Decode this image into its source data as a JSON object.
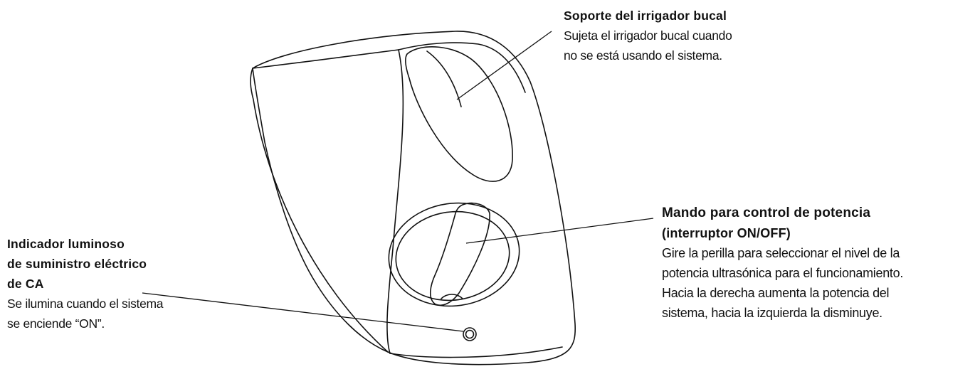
{
  "callouts": {
    "holder": {
      "title": "Soporte del irrigador bucal",
      "desc": [
        "Sujeta el irrigador bucal cuando",
        "no se está usando el sistema."
      ]
    },
    "knob": {
      "title": [
        "Mando para control de potencia",
        "(interruptor ON/OFF)"
      ],
      "desc": [
        "Gire la perilla para seleccionar el nivel de la",
        "potencia ultrasónica para el funcionamiento.",
        "Hacia la derecha aumenta la potencia del",
        "sistema, hacia la izquierda la disminuye."
      ]
    },
    "light": {
      "title": [
        "Indicador luminoso",
        "de suministro eléctrico",
        "de CA"
      ],
      "desc": [
        "Se ilumina cuando el sistema",
        "se enciende “ON”."
      ]
    }
  },
  "colors": {
    "stroke": "#111111",
    "fill": "#ffffff"
  }
}
